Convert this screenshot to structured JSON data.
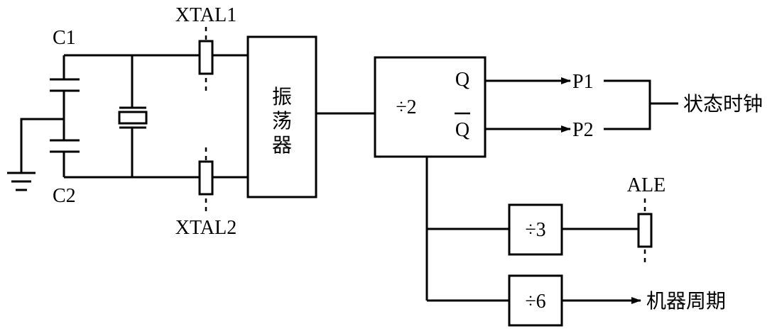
{
  "labels": {
    "c1": "C1",
    "c2": "C2",
    "xtal1": "XTAL1",
    "xtal2": "XTAL2",
    "oscillator": [
      "振",
      "荡",
      "器"
    ],
    "div2": "÷2",
    "q": "Q",
    "qbar": "Q",
    "p1": "P1",
    "p2": "P2",
    "state_clock": "状态时钟",
    "ale": "ALE",
    "div3": "÷3",
    "div6": "÷6",
    "machine_cycle": "机器周期"
  }
}
